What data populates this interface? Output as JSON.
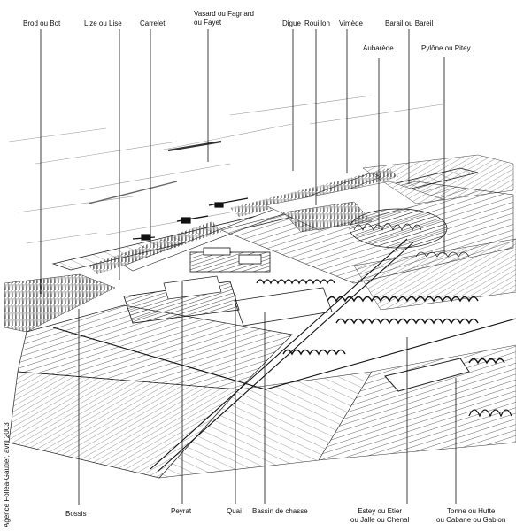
{
  "labels": {
    "brod": "Brod ou Bot",
    "lize": "Lize ou Lise",
    "carrelet": "Carrelet",
    "vasard_1": "Vasard ou Fagnard",
    "vasard_2": "ou Fayet",
    "digue": "Digue",
    "rouillon": "Rouillon",
    "vimede": "Vimède",
    "barail": "Barail ou Bareil",
    "aubarede": "Aubarède",
    "pylone": "Pylône ou Pitey",
    "bossis": "Bossis",
    "peyrat": "Peyrat",
    "quai": "Quai",
    "bassin": "Bassin de chasse",
    "estey_1": "Estey ou Etier",
    "estey_2": "ou Jalle ou Chenal",
    "tonne_1": "Tonne ou Hutte",
    "tonne_2": "ou Cabane ou Gabion"
  },
  "credit": "Agence Folléa-Gautier, avril 2003"
}
